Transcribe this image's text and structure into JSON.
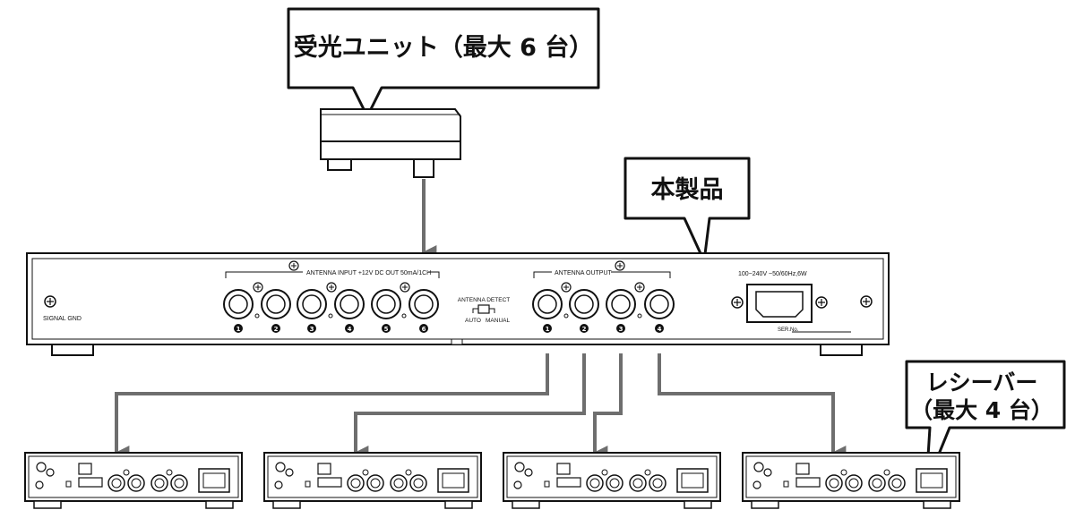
{
  "callouts": {
    "light_unit": "受光ユニット（最大 6 台）",
    "main_unit": "本製品",
    "receiver_line1": "レシーバー",
    "receiver_line2": "（最大 4 台）"
  },
  "rear_panel": {
    "signal_gnd": "SIGNAL GND",
    "antenna_input": "ANTENNA INPUT   +12V DC OUT 50mA/1CH",
    "antenna_detect": "ANTENNA DETECT",
    "auto": "AUTO",
    "manual": "MANUAL",
    "antenna_output": "ANTENNA OUTPUT",
    "power_rating": "100−240V  ~50/60Hz,6W",
    "serial_label": "SER.No."
  },
  "input_numbers": [
    "1",
    "2",
    "3",
    "4",
    "5",
    "6"
  ],
  "output_numbers": [
    "1",
    "2",
    "3",
    "4"
  ],
  "colors": {
    "line": "#111111",
    "arrow": "#6e6e6e",
    "panel_fill": "#ffffff",
    "number_badge": "#111111"
  }
}
